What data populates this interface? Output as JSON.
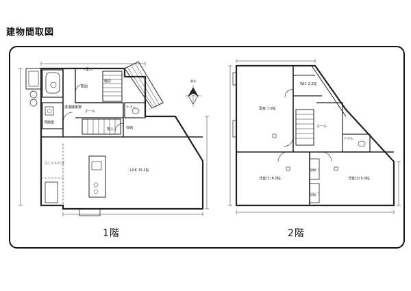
{
  "title": "建物間取図",
  "floor1": {
    "label": "1階",
    "rooms": {
      "ldk": {
        "name": "LDK 15.2帖"
      },
      "bath": {
        "name": "洗面室"
      },
      "entrance": {
        "name": "玄関"
      },
      "hall": {
        "name": "ホール"
      },
      "toilet": {
        "name": "トイレ"
      },
      "closet": {
        "name": "収納"
      },
      "storage": {
        "name": "物入"
      },
      "shoebox": {
        "name": "下足入"
      },
      "utility": {
        "name": "洗濯機置場"
      },
      "unitbath": {
        "name": "ユニットバス"
      },
      "stairs": {
        "name": "階段"
      }
    }
  },
  "floor2": {
    "label": "2階",
    "rooms": {
      "master": {
        "name": "寝室 7.0帖"
      },
      "wic": {
        "name": "WIC 2.2帖"
      },
      "western1": {
        "name": "洋室(1) 6.0帖"
      },
      "western2": {
        "name": "洋室(2) 5.0帖"
      },
      "hall": {
        "name": "ホール"
      },
      "toilet": {
        "name": "トイレ"
      },
      "closet1": {
        "name": "収納"
      },
      "closet2": {
        "name": "収納"
      }
    }
  },
  "north_mark": "真北",
  "colors": {
    "line": "#222222",
    "frame": "#111111"
  }
}
